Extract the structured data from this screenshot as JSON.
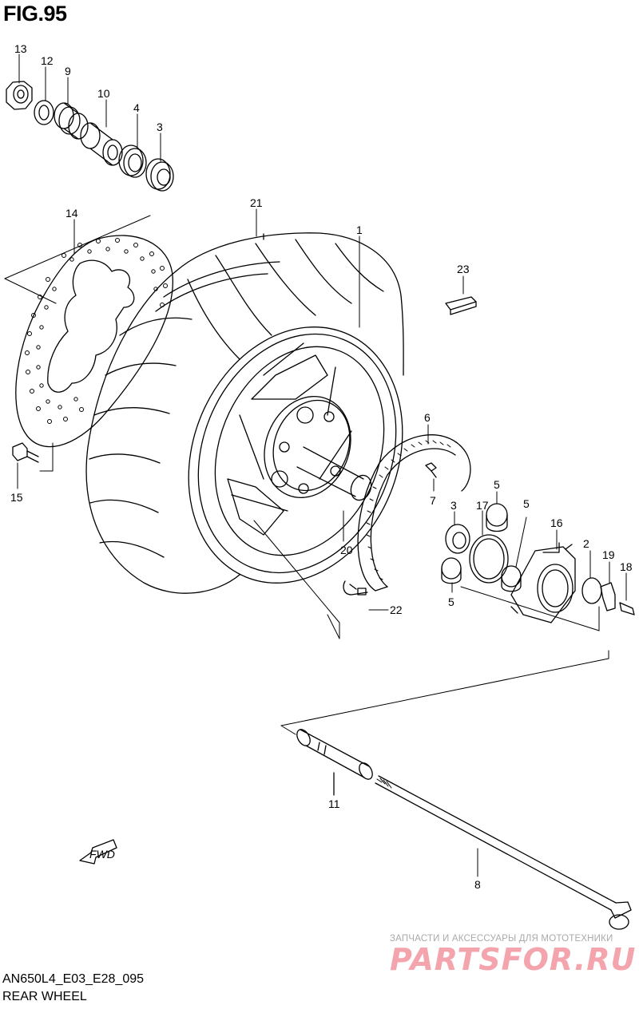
{
  "figure": {
    "title": "FIG.95",
    "code": "AN650L4_E03_E28_095",
    "name": "REAR WHEEL"
  },
  "callouts": [
    "13",
    "12",
    "9",
    "10",
    "4",
    "3",
    "21",
    "1",
    "14",
    "23",
    "6",
    "15",
    "7",
    "3",
    "17",
    "5",
    "5",
    "16",
    "2",
    "19",
    "18",
    "20",
    "5",
    "22",
    "11",
    "8"
  ],
  "fwd_label": "FWD",
  "watermark": {
    "tagline": "ЗАПЧАСТИ И АКСЕССУАРЫ ДЛЯ МОТОТЕХНИКИ",
    "logo": "PARTSFOR.RU"
  }
}
